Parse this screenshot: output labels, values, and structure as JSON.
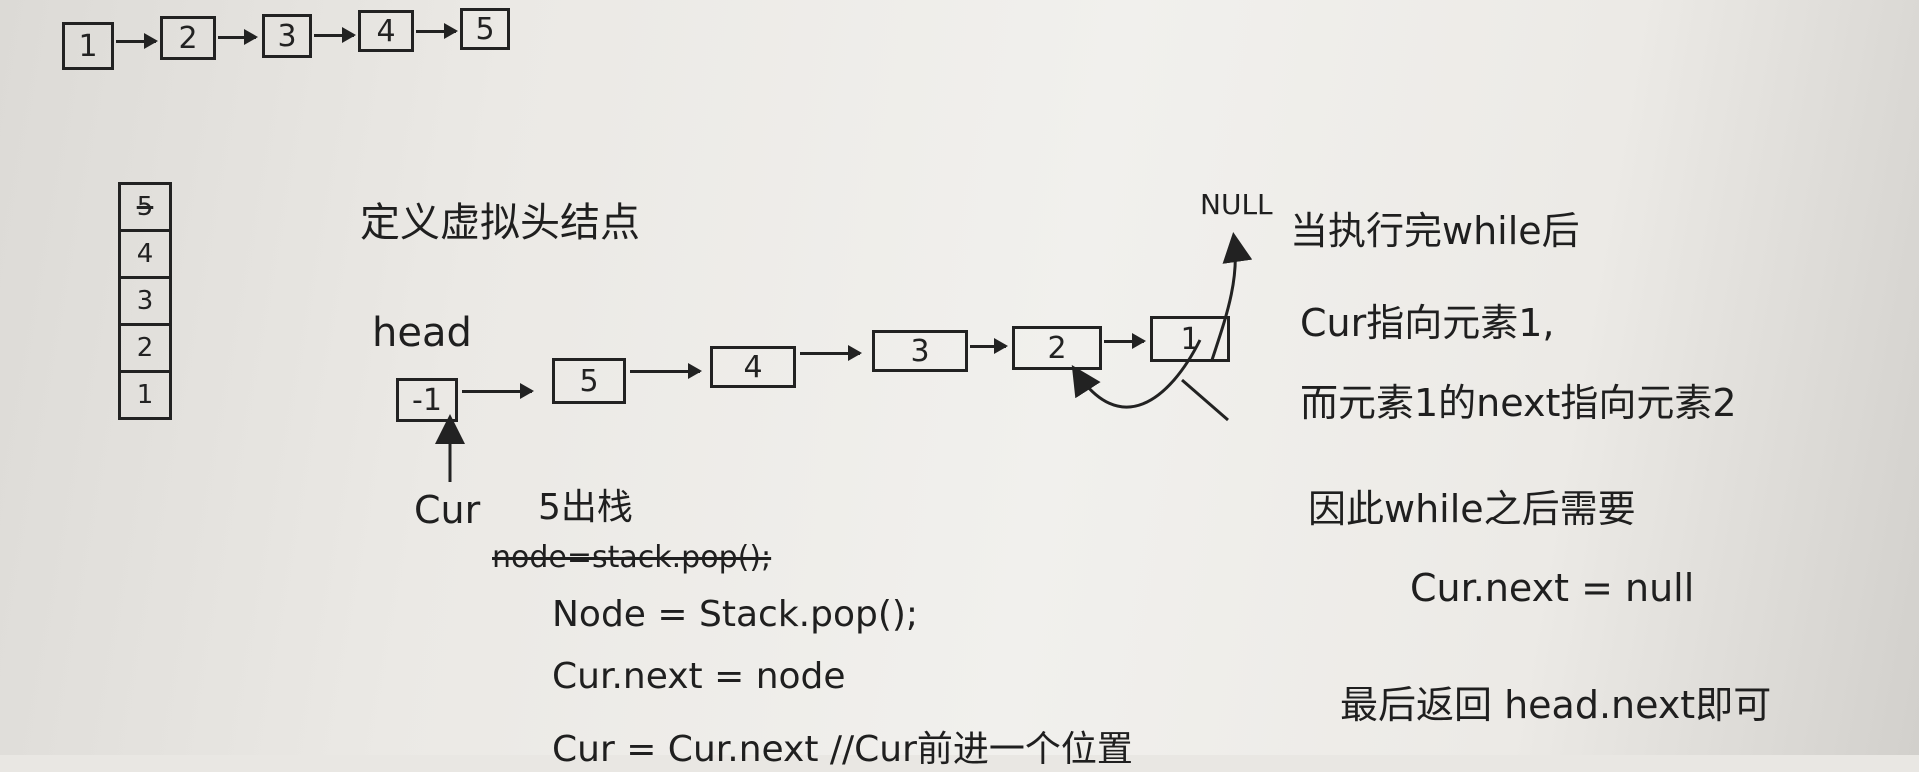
{
  "top_list": [
    "1",
    "2",
    "3",
    "4",
    "5"
  ],
  "stack_items": [
    "5",
    "4",
    "3",
    "2",
    "1"
  ],
  "heading": "定义虚拟头结点",
  "head_label": "head",
  "chain": [
    "-1",
    "5",
    "4",
    "3",
    "2",
    "1"
  ],
  "null_label": "NULL",
  "cur_label": "Cur",
  "pop_note": "5出栈",
  "code": {
    "struck": "node=stack.pop();",
    "line1": "Node = Stack.pop();",
    "line2": "Cur.next = node",
    "line3": "Cur = Cur.next //Cur前进一个位置"
  },
  "explain": {
    "line1": "当执行完while后",
    "line2": "Cur指向元素1,",
    "line3": "而元素1的next指向元素2",
    "line4": "因此while之后需要",
    "line5": "Cur.next = null",
    "line6": "最后返回 head.next即可"
  }
}
